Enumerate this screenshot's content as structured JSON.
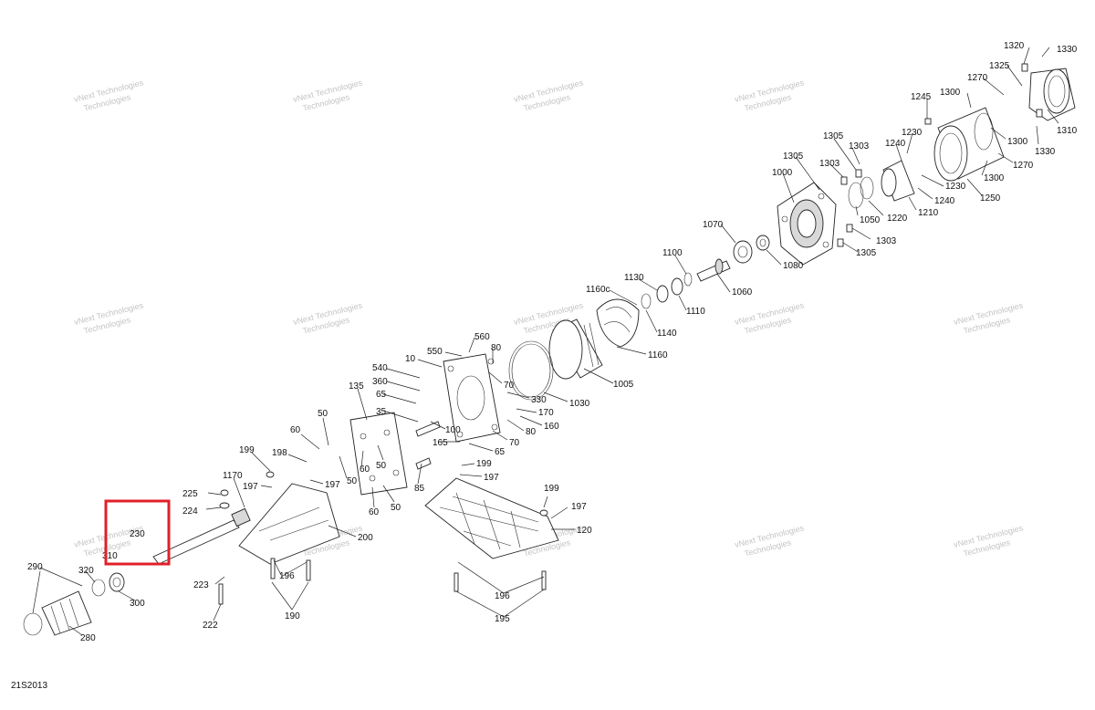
{
  "diagram": {
    "reference_code": "21S2013",
    "highlight_color": "#e0202a",
    "highlighted_part": "230",
    "watermark_lines": [
      "vNext Technologies",
      "Technologies"
    ],
    "labels": [
      {
        "id": "l1320",
        "text": "1320"
      },
      {
        "id": "l1330a",
        "text": "1330"
      },
      {
        "id": "l1325",
        "text": "1325"
      },
      {
        "id": "l1270a",
        "text": "1270"
      },
      {
        "id": "l1300a",
        "text": "1300"
      },
      {
        "id": "l1245",
        "text": "1245"
      },
      {
        "id": "l1310",
        "text": "1310"
      },
      {
        "id": "l1330b",
        "text": "1330"
      },
      {
        "id": "l1300b",
        "text": "1300"
      },
      {
        "id": "l1270b",
        "text": "1270"
      },
      {
        "id": "l1300c",
        "text": "1300"
      },
      {
        "id": "l1250",
        "text": "1250"
      },
      {
        "id": "l1230a",
        "text": "1230"
      },
      {
        "id": "l1240a",
        "text": "1240"
      },
      {
        "id": "l1230b",
        "text": "1230"
      },
      {
        "id": "l1240b",
        "text": "1240"
      },
      {
        "id": "l1210",
        "text": "1210"
      },
      {
        "id": "l1220",
        "text": "1220"
      },
      {
        "id": "l1050",
        "text": "1050"
      },
      {
        "id": "l1305a",
        "text": "1305"
      },
      {
        "id": "l1303a",
        "text": "1303"
      },
      {
        "id": "l1303b",
        "text": "1303"
      },
      {
        "id": "l1305b",
        "text": "1305"
      },
      {
        "id": "l1000",
        "text": "1000"
      },
      {
        "id": "l1303c",
        "text": "1303"
      },
      {
        "id": "l1305c",
        "text": "1305"
      },
      {
        "id": "l1070",
        "text": "1070"
      },
      {
        "id": "l1080",
        "text": "1080"
      },
      {
        "id": "l1100",
        "text": "1100"
      },
      {
        "id": "l1060",
        "text": "1060"
      },
      {
        "id": "l1130",
        "text": "1130"
      },
      {
        "id": "l1110",
        "text": "1110"
      },
      {
        "id": "l1160c",
        "text": "1160c"
      },
      {
        "id": "l1140",
        "text": "1140"
      },
      {
        "id": "l1160",
        "text": "1160"
      },
      {
        "id": "l1005",
        "text": "1005"
      },
      {
        "id": "l1030",
        "text": "1030"
      },
      {
        "id": "l560",
        "text": "560"
      },
      {
        "id": "l550",
        "text": "550"
      },
      {
        "id": "l80a",
        "text": "80"
      },
      {
        "id": "l10",
        "text": "10"
      },
      {
        "id": "l70a",
        "text": "70"
      },
      {
        "id": "l540",
        "text": "540"
      },
      {
        "id": "l360",
        "text": "360"
      },
      {
        "id": "l330",
        "text": "330"
      },
      {
        "id": "l65a",
        "text": "65"
      },
      {
        "id": "l170",
        "text": "170"
      },
      {
        "id": "l35",
        "text": "35"
      },
      {
        "id": "l100",
        "text": "100"
      },
      {
        "id": "l160",
        "text": "160"
      },
      {
        "id": "l165",
        "text": "165"
      },
      {
        "id": "l80b",
        "text": "80"
      },
      {
        "id": "l70b",
        "text": "70"
      },
      {
        "id": "l65b",
        "text": "65"
      },
      {
        "id": "l135",
        "text": "135"
      },
      {
        "id": "l50a",
        "text": "50"
      },
      {
        "id": "l60a",
        "text": "60"
      },
      {
        "id": "l50b",
        "text": "50"
      },
      {
        "id": "l199a",
        "text": "199"
      },
      {
        "id": "l198",
        "text": "198"
      },
      {
        "id": "l60b",
        "text": "60"
      },
      {
        "id": "l50c",
        "text": "50"
      },
      {
        "id": "l197a",
        "text": "197"
      },
      {
        "id": "l199b",
        "text": "199"
      },
      {
        "id": "l197b",
        "text": "197"
      },
      {
        "id": "l85",
        "text": "85"
      },
      {
        "id": "l1170",
        "text": "1170"
      },
      {
        "id": "l197c",
        "text": "197"
      },
      {
        "id": "l60c",
        "text": "60"
      },
      {
        "id": "l50d",
        "text": "50"
      },
      {
        "id": "l225",
        "text": "225"
      },
      {
        "id": "l224",
        "text": "224"
      },
      {
        "id": "l199c",
        "text": "199"
      },
      {
        "id": "l197d",
        "text": "197"
      },
      {
        "id": "l120",
        "text": "120"
      },
      {
        "id": "l200",
        "text": "200"
      },
      {
        "id": "l230",
        "text": "230"
      },
      {
        "id": "l310",
        "text": "310"
      },
      {
        "id": "l290",
        "text": "290"
      },
      {
        "id": "l320",
        "text": "320"
      },
      {
        "id": "l223",
        "text": "223"
      },
      {
        "id": "l196a",
        "text": "196"
      },
      {
        "id": "l300",
        "text": "300"
      },
      {
        "id": "l222",
        "text": "222"
      },
      {
        "id": "l190",
        "text": "190"
      },
      {
        "id": "l280",
        "text": "280"
      },
      {
        "id": "l196b",
        "text": "196"
      },
      {
        "id": "l195",
        "text": "195"
      }
    ]
  }
}
